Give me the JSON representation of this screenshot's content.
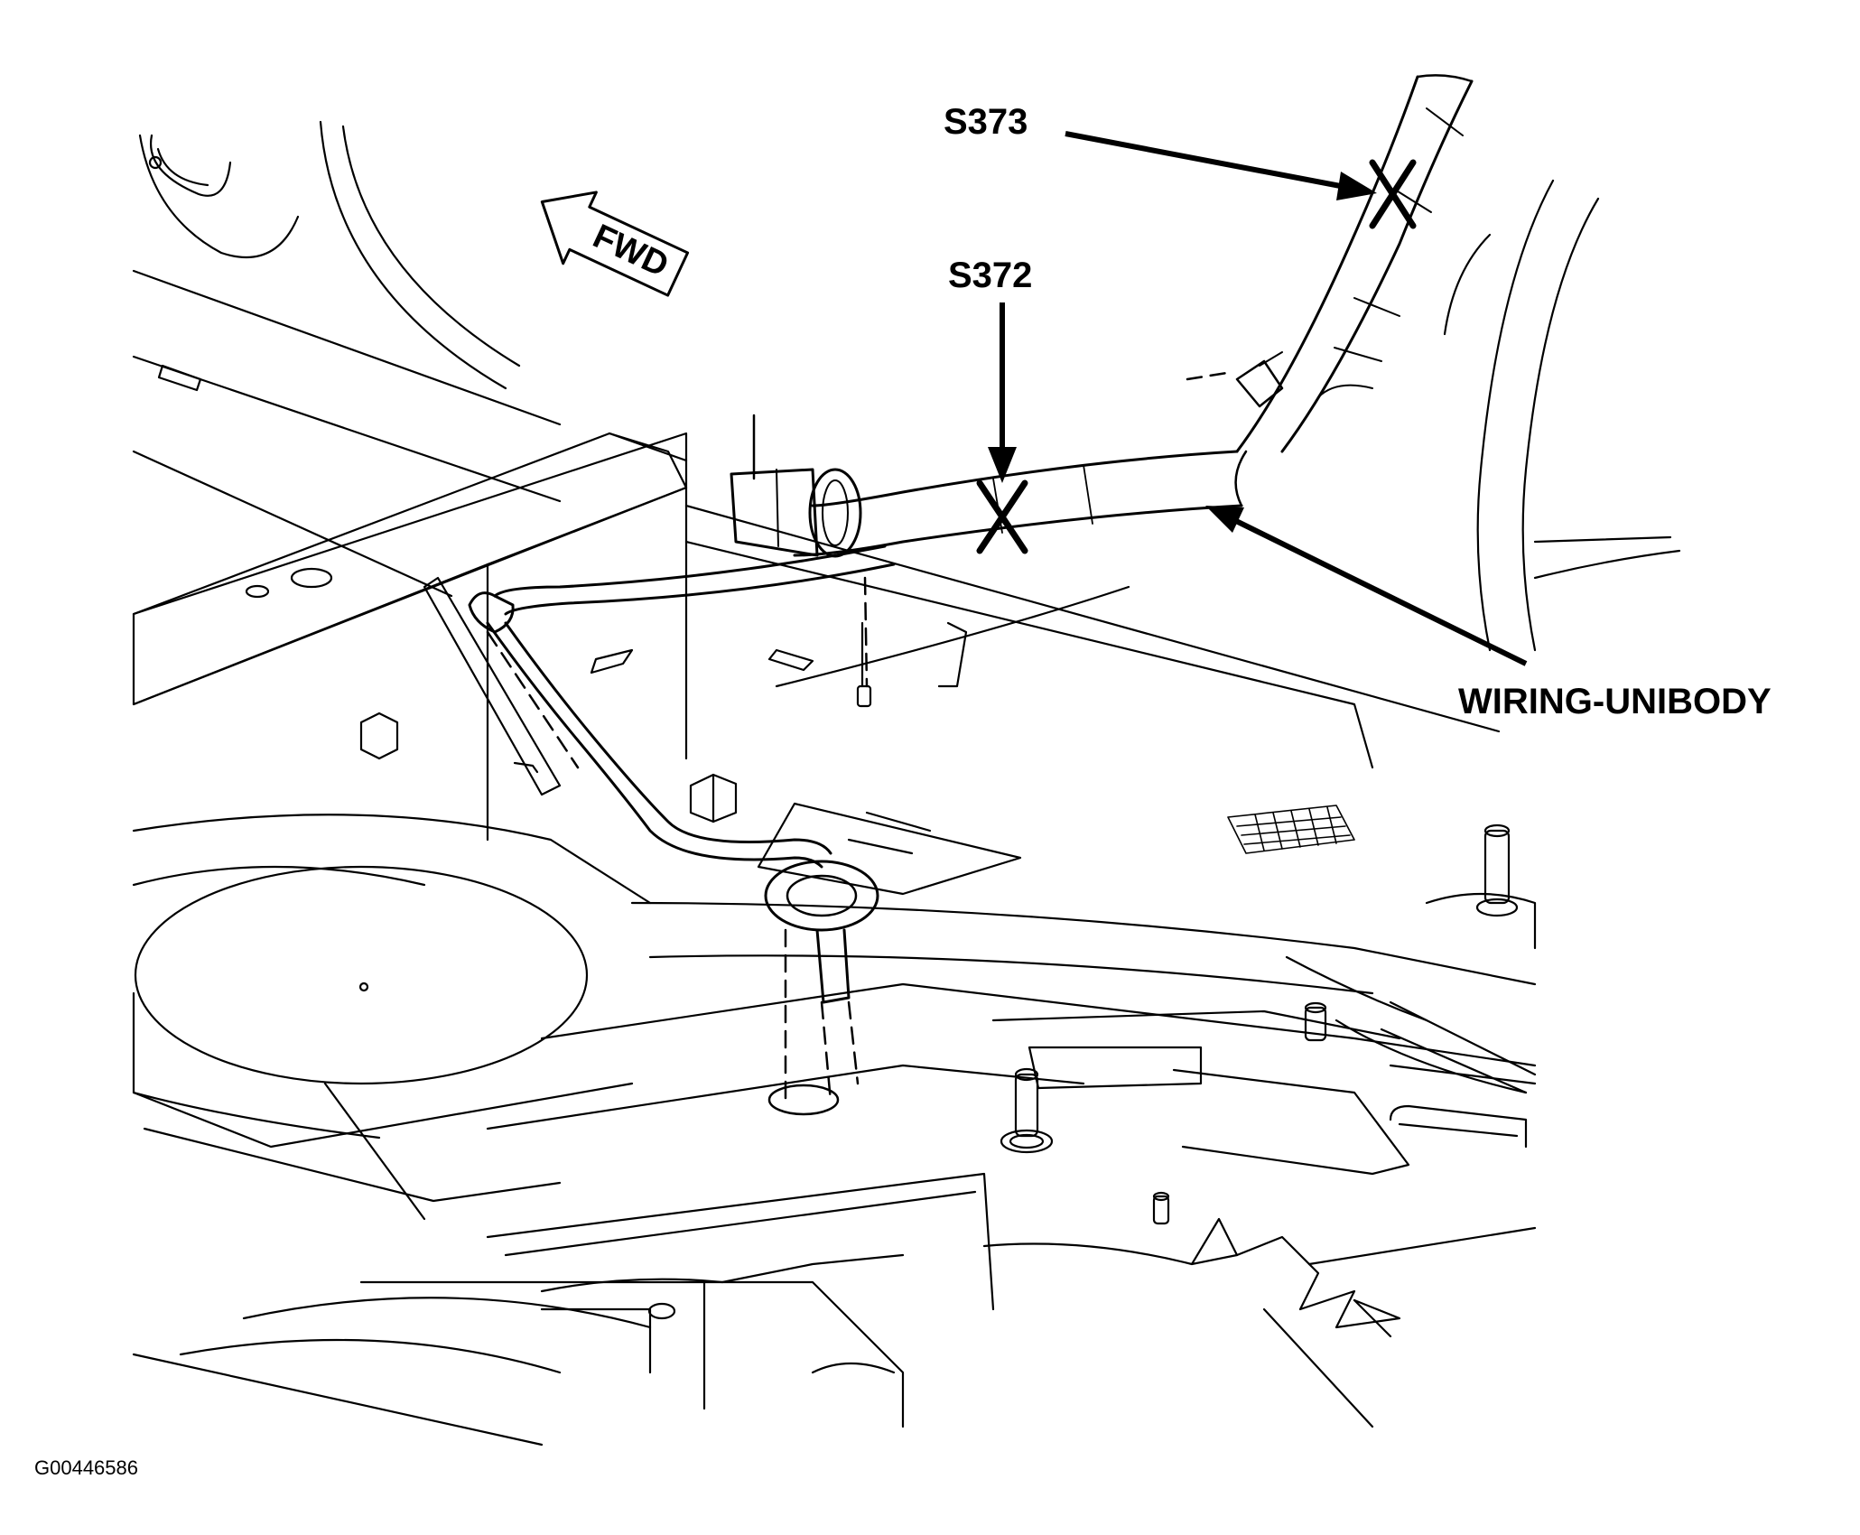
{
  "diagram": {
    "callouts": {
      "s373": "S373",
      "s372": "S372",
      "wiring": "WIRING-UNIBODY"
    },
    "direction_indicator": "FWD",
    "figure_id": "G00446586"
  },
  "colors": {
    "line": "#000000",
    "background": "#ffffff"
  }
}
